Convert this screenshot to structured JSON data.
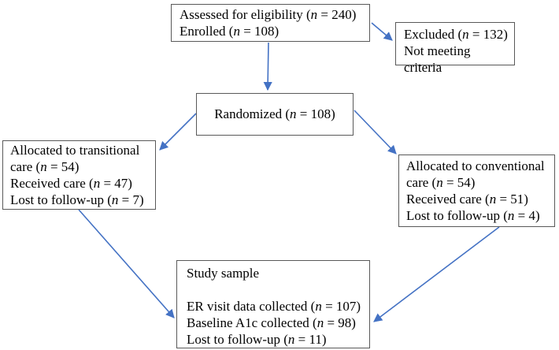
{
  "colors": {
    "arrow": "#4472C4",
    "box_border": "#595959",
    "text": "#000000",
    "background": "#FFFFFF"
  },
  "boxes": {
    "assessed": {
      "lines": [
        {
          "pre": "Assessed for eligibility (",
          "var": "n",
          "post": " = 240)"
        },
        {
          "pre": "Enrolled (",
          "var": "n",
          "post": " = 108)"
        }
      ]
    },
    "excluded": {
      "lines": [
        {
          "pre": "Excluded (",
          "var": "n",
          "post": " = 132)"
        },
        {
          "pre": "Not meeting criteria"
        }
      ]
    },
    "randomized": {
      "lines": [
        {
          "pre": "Randomized (",
          "var": "n",
          "post": " = 108)"
        }
      ]
    },
    "transitional": {
      "lines": [
        {
          "pre": "Allocated to transitional care (",
          "var": "n",
          "post": " = 54)"
        },
        {
          "pre": "Received care (",
          "var": "n",
          "post": " = 47)"
        },
        {
          "pre": "Lost to follow-up (",
          "var": "n",
          "post": " = 7)"
        }
      ]
    },
    "conventional": {
      "lines": [
        {
          "pre": "Allocated to conventional care (",
          "var": "n",
          "post": " = 54)"
        },
        {
          "pre": "Received care (",
          "var": "n",
          "post": " = 51)"
        },
        {
          "pre": "Lost to follow-up (",
          "var": "n",
          "post": " = 4)"
        }
      ]
    },
    "study_sample": {
      "lines": [
        {
          "pre": "Study sample"
        },
        {
          "pre": "ER visit data collected (",
          "var": "n",
          "post": " = 107)"
        },
        {
          "pre": "Baseline A1c collected (",
          "var": "n",
          "post": " = 98)"
        },
        {
          "pre": "Lost to follow-up (",
          "var": "n",
          "post": " = 11)"
        }
      ]
    }
  },
  "edges": [
    {
      "from": "assessed",
      "to": "randomized"
    },
    {
      "from": "assessed",
      "to": "excluded"
    },
    {
      "from": "randomized",
      "to": "transitional"
    },
    {
      "from": "randomized",
      "to": "conventional"
    },
    {
      "from": "transitional",
      "to": "study_sample"
    },
    {
      "from": "conventional",
      "to": "study_sample"
    }
  ]
}
